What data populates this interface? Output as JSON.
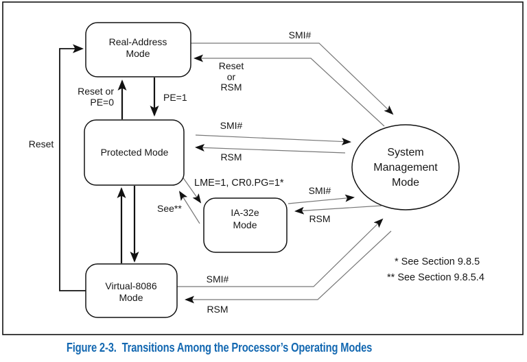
{
  "figure": {
    "caption": "Figure 2-3.  Transitions Among the Processor’s Operating Modes",
    "colors": {
      "caption_blue": "#1368b1",
      "ink": "#161616",
      "thin_line_gray": "#777777",
      "thick_line_black": "#111111"
    },
    "nodes": {
      "real_address": {
        "line1": "Real-Address",
        "line2": "Mode"
      },
      "protected": {
        "label": "Protected Mode"
      },
      "ia32e": {
        "line1": "IA-32e",
        "line2": "Mode"
      },
      "virtual_8086": {
        "line1": "Virtual-8086",
        "line2": "Mode"
      },
      "smm": {
        "line1": "System",
        "line2": "Management",
        "line3": "Mode"
      }
    },
    "labels": {
      "reset": "Reset",
      "reset_or_pe0_line1": "Reset or",
      "reset_or_pe0_line2": "PE=0",
      "pe1": "PE=1",
      "smi_real": "SMI#",
      "reset_or_rsm_line1": "Reset",
      "reset_or_rsm_line2": "or",
      "reset_or_rsm_line3": "RSM",
      "smi_protected": "SMI#",
      "rsm_protected": "RSM",
      "lme_cr0": "LME=1, CR0.PG=1*",
      "see": "See**",
      "smi_ia32e": "SMI#",
      "rsm_ia32e": "RSM",
      "smi_v86": "SMI#",
      "rsm_v86": "RSM"
    },
    "notes": {
      "note1": "* See Section 9.8.5",
      "note2": "** See Section 9.8.5.4"
    }
  }
}
